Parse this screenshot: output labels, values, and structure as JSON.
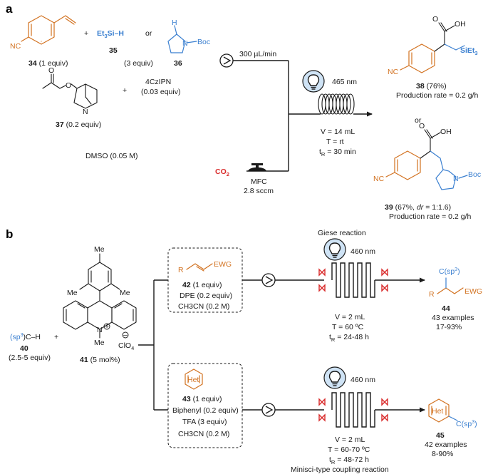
{
  "panel_a": {
    "label": "a",
    "reagent_34": {
      "num": "34",
      "equiv": "(1 equiv)",
      "nc": "NC"
    },
    "plus": "+",
    "reagent_35": {
      "formula_a": "Et",
      "formula_sub": "3",
      "formula_b": "Si–H",
      "num": "35"
    },
    "or_word": "or",
    "reagent_36": {
      "h": "H",
      "n": "N",
      "boc": "Boc",
      "num": "36"
    },
    "equiv_35_36": "(3 equiv)",
    "reagent_37": {
      "o": "O",
      "n": "N",
      "num": "37",
      "equiv": "(0.2 equiv)"
    },
    "catalyst": {
      "name": "4CzIPN",
      "equiv": "(0.03 equiv)"
    },
    "solvent": "DMSO (0.05 M)",
    "flow_rate": "300 µL/min",
    "wavelength": "465 nm",
    "conditions": {
      "v": "V = 14 mL",
      "t": "T = rt",
      "tr_a": "t",
      "tr_sub": "R",
      "tr_b": " = 30 min"
    },
    "co2_a": "CO",
    "co2_sub": "2",
    "mfc": "MFC",
    "sccm": "2.8 sccm",
    "product_38": {
      "oh": "OH",
      "o": "O",
      "si_a": "SiEt",
      "si_sub": "3",
      "nc": "NC",
      "num": "38",
      "yield": " (76%)",
      "rate": "Production rate = 0.2 g/h"
    },
    "or_products": "or",
    "product_39": {
      "oh": "OH",
      "o": "O",
      "n": "N",
      "boc": "Boc",
      "nc": "NC",
      "num": "39",
      "yield_a": " (67%, ",
      "dr": "dr",
      "yield_b": " = 1:1.6)",
      "rate": "Production rate = 0.2 g/h"
    }
  },
  "panel_b": {
    "label": "b",
    "reagent_40": {
      "sp3": "(sp",
      "sp3_sup": "3",
      "sp3_end": ")C–H",
      "num": "40",
      "equiv": "(2.5-5 equiv)"
    },
    "plus": "+",
    "catalyst_41": {
      "me": "Me",
      "n_plus": "N",
      "plus_charge": "+",
      "n_me": "Me",
      "clo4": "ClO",
      "clo4_sub": "4",
      "minus": "–",
      "num": "41",
      "equiv": "(5 mol%)"
    },
    "box1": {
      "r": "R",
      "ewg": "EWG",
      "num": "42",
      "equiv": " (1 equiv)",
      "additive": "DPE (0.2 equiv)",
      "solvent": "CH3CN (0.2 M)"
    },
    "box2": {
      "het": "Het",
      "num": "43",
      "equiv": " (1 equiv)",
      "additive": "Biphenyl (0.2 equiv)",
      "acid": "TFA (3 equiv)",
      "solvent": "CH3CN (0.2 M)"
    },
    "reaction1": {
      "title": "Giese reaction",
      "wavelength": "460 nm",
      "v": "V = 2 mL",
      "t": "T = 60 ºC",
      "tr_a": "t",
      "tr_sub": "R",
      "tr_b": " = 24-48 h"
    },
    "reaction2": {
      "title": "Minisci-type coupling reaction",
      "wavelength": "460 nm",
      "v": "V = 2 mL",
      "t": "T = 60-70 ºC",
      "tr_a": "t",
      "tr_sub": "R",
      "tr_b": " = 48-72 h"
    },
    "product_44": {
      "c_sp3": "C(sp",
      "c_sup": "3",
      "c_end": ")",
      "r": "R",
      "ewg": "EWG",
      "num": "44",
      "examples": "43 examples",
      "yield": "17-93%"
    },
    "product_45": {
      "het": "Het",
      "c_sp3": "C(sp",
      "c_sup": "3",
      "c_end": ")",
      "num": "45",
      "examples": "42 examples",
      "yield": "8-90%"
    }
  }
}
